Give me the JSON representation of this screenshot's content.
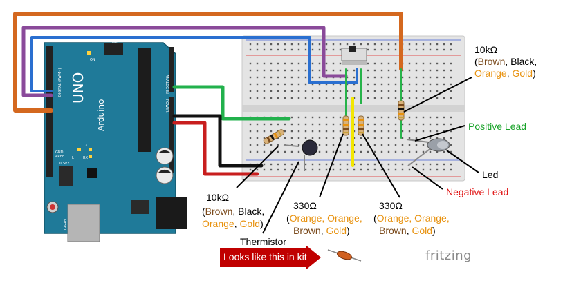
{
  "arduino": {
    "board_name": "UNO",
    "brand": "Arduino",
    "icsp_label": "ICSP",
    "icsp2_label": "ICSP2",
    "reset_label": "RESET",
    "on_label": "ON",
    "tx_label": "TX",
    "rx_label": "RX",
    "l_label": "L",
    "analog_in_label": "ANALOG IN",
    "digital_label": "DIGITAL (PWM~)",
    "power_label": "POWER",
    "aref_label": "AREF",
    "gnd_label": "GND"
  },
  "labels": {
    "r_top": {
      "value": "10kΩ",
      "open": "(",
      "c1": "Brown",
      "sep1": ", Black,",
      "c2": "Orange",
      "sep2": ",",
      "c3": "Gold",
      "close": ")"
    },
    "r_left": {
      "value": "10kΩ",
      "open": "(",
      "c1": "Brown",
      "sep1": ", Black,",
      "c2": "Orange",
      "sep2": ",",
      "c3": "Gold",
      "close": ")"
    },
    "r_mid": {
      "value": "330Ω",
      "open": "(",
      "c1": "Orange, Orange,",
      "c2": "Brown",
      "sep": ",",
      "c3": "Gold",
      "close": ")"
    },
    "r_right": {
      "value": "330Ω",
      "open": "(",
      "c1": "Orange, Orange,",
      "c2": "Brown",
      "sep": ",",
      "c3": "Gold",
      "close": ")"
    },
    "positive_lead": "Positive Lead",
    "negative_lead": "Negative Lead",
    "led": "Led",
    "thermistor": "Thermistor",
    "kit_note": "Looks like this in kit",
    "fritzing": "fritzing"
  },
  "colors": {
    "board": "#1f7a99",
    "breadboard": "#e6e6e6",
    "wire_orange": "#d4681f",
    "wire_purple": "#8a4a9a",
    "wire_blue": "#2a6fd0",
    "wire_green": "#22b14c",
    "wire_black": "#111111",
    "wire_red": "#c81e1e",
    "wire_yellow": "#f3e600",
    "callout_red": "#c00000"
  }
}
